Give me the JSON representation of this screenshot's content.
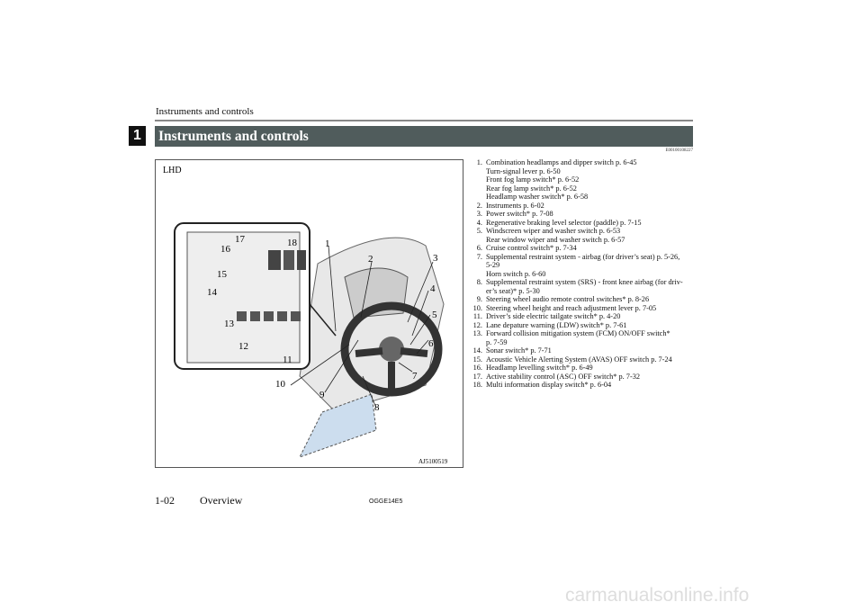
{
  "header": {
    "running_title": "Instruments and controls",
    "chapter_number": "1",
    "section_title": "Instruments and controls",
    "doc_code": "E00100108227"
  },
  "figure": {
    "label": "LHD",
    "id": "AJ5100519",
    "callouts": [
      "1",
      "2",
      "3",
      "4",
      "5",
      "6",
      "7",
      "8",
      "9",
      "10",
      "11",
      "12",
      "13",
      "14",
      "15",
      "16",
      "17",
      "18"
    ]
  },
  "items": [
    {
      "n": "1.",
      "lines": [
        "Combination headlamps and dipper switch p. 6-45",
        "Turn-signal lever p. 6-50",
        "Front fog lamp switch* p. 6-52",
        "Rear fog lamp switch* p. 6-52",
        "Headlamp washer switch* p. 6-58"
      ]
    },
    {
      "n": "2.",
      "lines": [
        "Instruments p. 6-02"
      ]
    },
    {
      "n": "3.",
      "lines": [
        "Power switch* p. 7-08"
      ]
    },
    {
      "n": "4.",
      "lines": [
        "Regenerative braking level selector (paddle) p. 7-15"
      ]
    },
    {
      "n": "5.",
      "lines": [
        "Windscreen wiper and washer switch p. 6-53",
        "Rear window wiper and washer switch p. 6-57"
      ]
    },
    {
      "n": "6.",
      "lines": [
        "Cruise control switch* p. 7-34"
      ]
    },
    {
      "n": "7.",
      "lines": [
        "Supplemental restraint system - airbag (for driver’s seat) p. 5-26,",
        "5-29",
        "Horn switch p. 6-60"
      ]
    },
    {
      "n": "8.",
      "lines": [
        "Supplemental restraint system (SRS) - front knee airbag (for driv-",
        "er’s seat)* p. 5-30"
      ]
    },
    {
      "n": "9.",
      "lines": [
        "Steering wheel audio remote control switches* p. 8-26"
      ]
    },
    {
      "n": "10.",
      "lines": [
        "Steering wheel height and reach adjustment lever p. 7-05"
      ]
    },
    {
      "n": "11.",
      "lines": [
        "Driver’s side electric tailgate switch* p. 4-20"
      ]
    },
    {
      "n": "12.",
      "lines": [
        "Lane depature warning (LDW) switch* p. 7-61"
      ]
    },
    {
      "n": "13.",
      "lines": [
        "Forward collision mitigation system (FCM) ON/OFF switch*",
        "p. 7-59"
      ]
    },
    {
      "n": "14.",
      "lines": [
        "Sonar switch* p. 7-71"
      ]
    },
    {
      "n": "15.",
      "lines": [
        "Acoustic Vehicle Alerting System (AVAS) OFF switch p. 7-24"
      ]
    },
    {
      "n": "16.",
      "lines": [
        "Headlamp levelling switch* p. 6-49"
      ]
    },
    {
      "n": "17.",
      "lines": [
        "Active stability control (ASC) OFF switch* p. 7-32"
      ]
    },
    {
      "n": "18.",
      "lines": [
        "Multi information display switch* p. 6-04"
      ]
    }
  ],
  "footer": {
    "page": "1-02",
    "section": "Overview",
    "code": "OGGE14E5"
  },
  "watermark": "carmanualsonline.info"
}
